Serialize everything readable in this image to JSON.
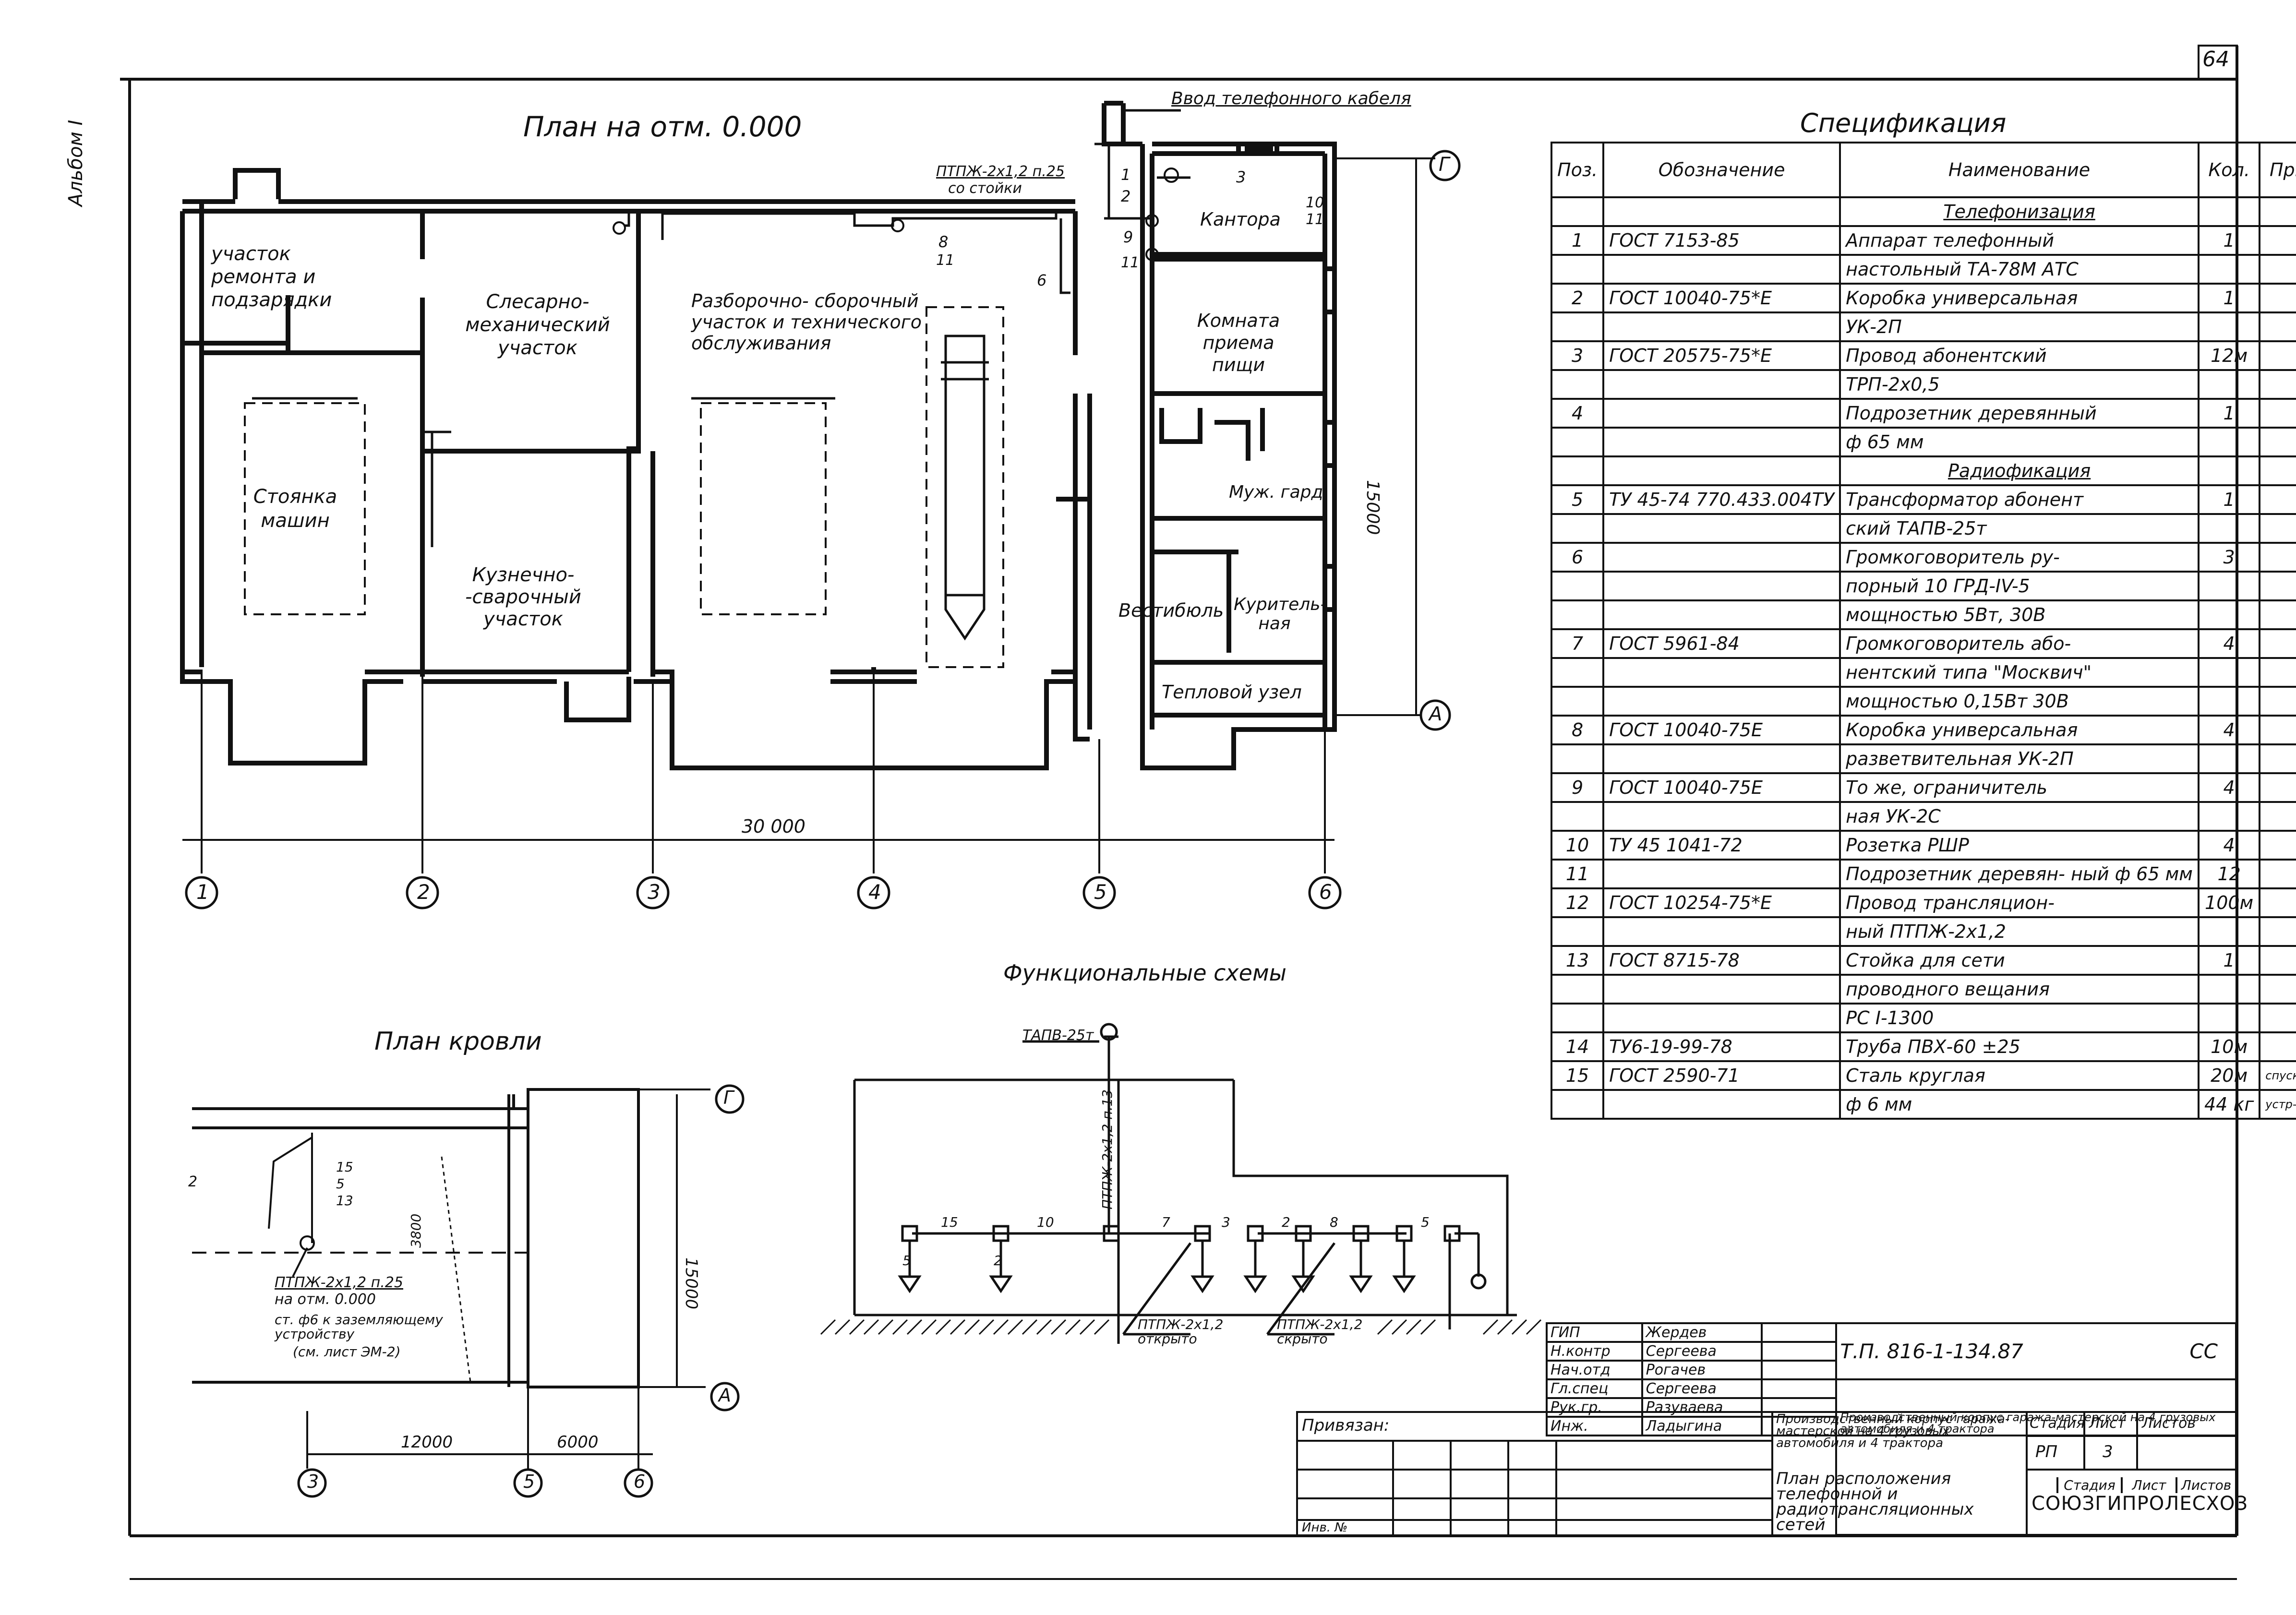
{
  "sheet": {
    "number": "64",
    "album": "Альбом I"
  },
  "plan": {
    "title": "План на отм. 0.000",
    "rooms": {
      "repair": "участок ремонта и подзарядки",
      "locksmith": "Слесарно- механический участок",
      "parking": "Стоянка машин",
      "forge": "Кузнечно- -сварочный участок",
      "assembly": "Разборочно- сборочный участок и технического обслуживания",
      "office": "Кантора",
      "food": "Комната приема пищи",
      "wardrobe": "Муж. гард",
      "vestibule": "Вестибюль",
      "smoking": "Куритель- ная",
      "heat": "Тепловой узел"
    },
    "notes": {
      "cable_in": "Ввод телефонного кабеля",
      "ptpzh": "ПТПЖ-2х1,2 п.25",
      "from_rack": "со стойки"
    },
    "pos_labels": [
      "1",
      "2",
      "3",
      "6",
      "8",
      "9",
      "10",
      "11",
      "11",
      "11"
    ],
    "dims": {
      "overall": "30 000",
      "height": "15000"
    },
    "axes": [
      "1",
      "2",
      "3",
      "4",
      "5",
      "6"
    ],
    "row_axes": [
      "Г",
      "А"
    ]
  },
  "roof": {
    "title": "План кровли",
    "note1": "ПТПЖ-2х1,2 п.25",
    "note2": "на отм. 0.000",
    "note3": "ст. ф6 к заземляющему устройству",
    "note4": "(см. лист ЭМ-2)",
    "pos": [
      "15",
      "5",
      "13"
    ],
    "dim_v": "3800",
    "dim_h": "15000",
    "dims": [
      "12000",
      "6000"
    ],
    "axes": [
      "3",
      "5",
      "6"
    ],
    "row_axes": [
      "Г",
      "А"
    ],
    "side": "2"
  },
  "scheme": {
    "title": "Функциональные схемы",
    "tapv": "ТАПВ-25т",
    "riser": "ПТПЖ-2х1,2 п.13",
    "open": "ПТПЖ-2х1,2 открыто",
    "hidden": "ПТПЖ-2х1,2 скрыто",
    "nums": [
      "15",
      "10",
      "7",
      "3",
      "2",
      "8",
      "5",
      "5",
      "2"
    ]
  },
  "spec": {
    "title": "Спецификация",
    "headers": [
      "Поз.",
      "Обозначение",
      "Наименование",
      "Кол.",
      "Примеч."
    ],
    "rows": [
      [
        "",
        "",
        "Телефонизация",
        "",
        ""
      ],
      [
        "1",
        "ГОСТ 7153-85",
        "Аппарат телефонный",
        "1",
        ""
      ],
      [
        "",
        "",
        "настольный ТА-78М АТС",
        "",
        ""
      ],
      [
        "2",
        "ГОСТ 10040-75*Е",
        "Коробка универсальная",
        "1",
        ""
      ],
      [
        "",
        "",
        "УК-2П",
        "",
        ""
      ],
      [
        "3",
        "ГОСТ 20575-75*Е",
        "Провод абонентский",
        "12м",
        ""
      ],
      [
        "",
        "",
        "ТРП-2х0,5",
        "",
        ""
      ],
      [
        "4",
        "",
        "Подрозетник деревянный",
        "1",
        ""
      ],
      [
        "",
        "",
        "ф 65 мм",
        "",
        ""
      ],
      [
        "",
        "",
        "Радиофикация",
        "",
        ""
      ],
      [
        "5",
        "ТУ 45-74 770.433.004ТУ",
        "Трансформатор абонент",
        "1",
        ""
      ],
      [
        "",
        "",
        "ский ТАПВ-25т",
        "",
        ""
      ],
      [
        "6",
        "",
        "Громкоговоритель ру-",
        "3",
        ""
      ],
      [
        "",
        "",
        "порный 10 ГРД-IV-5",
        "",
        ""
      ],
      [
        "",
        "",
        "мощностью 5Вт, 30В",
        "",
        ""
      ],
      [
        "7",
        "ГОСТ 5961-84",
        "Громкоговоритель або-",
        "4",
        ""
      ],
      [
        "",
        "",
        "нентский типа \"Москвич\"",
        "",
        ""
      ],
      [
        "",
        "",
        "мощностью 0,15Вт 30В",
        "",
        ""
      ],
      [
        "8",
        "ГОСТ 10040-75Е",
        "Коробка универсальная",
        "4",
        ""
      ],
      [
        "",
        "",
        "разветвительная УК-2П",
        "",
        ""
      ],
      [
        "9",
        "ГОСТ 10040-75Е",
        "То же, ограничитель",
        "4",
        ""
      ],
      [
        "",
        "",
        "ная УК-2С",
        "",
        ""
      ],
      [
        "10",
        "ТУ 45 1041-72",
        "Розетка РШР",
        "4",
        ""
      ],
      [
        "11",
        "",
        "Подрозетник деревян- ный ф 65 мм",
        "12",
        ""
      ],
      [
        "12",
        "ГОСТ 10254-75*Е",
        "Провод трансляцион-",
        "100м",
        ""
      ],
      [
        "",
        "",
        "ный ПТПЖ-2х1,2",
        "",
        ""
      ],
      [
        "13",
        "ГОСТ 8715-78",
        "Стойка для сети",
        "1",
        ""
      ],
      [
        "",
        "",
        "проводного вещания",
        "",
        ""
      ],
      [
        "",
        "",
        "РС I-1300",
        "",
        ""
      ],
      [
        "14",
        "ТУ6-19-99-78",
        "Труба ПВХ-60 ±25",
        "10м",
        ""
      ],
      [
        "15",
        "ГОСТ 2590-71",
        "Сталь круглая",
        "20м",
        "спуск к зазем."
      ],
      [
        "",
        "",
        "ф 6 мм",
        "44 кг",
        "устр-ву"
      ]
    ]
  },
  "titleblock": {
    "code": "Т.П. 816-1-134.87",
    "mark": "СС",
    "roles": [
      "ГИП",
      "Н.контр",
      "Нач.отд",
      "Гл.спец",
      "Рук.гр.",
      "Инж."
    ],
    "names": [
      "Жердев",
      "Сергеева",
      "Рогачев",
      "Сергеева",
      "Разуваева",
      "Ладыгина"
    ],
    "bound": "Привязан:",
    "inv": "Инв. №",
    "desc": "Производственный корпус гаража-мастерской на 4 грузовых автомобиля и 4 трактора",
    "sheet_title": "План расположения телефонной и радиотрансляционных сетей",
    "stage_h": "Стадия",
    "sheet_h": "Лист",
    "sheets_h": "Листов",
    "stage": "РП",
    "sheet": "3",
    "org": "СОЮЗГИПРОЛЕСХОЗ"
  }
}
